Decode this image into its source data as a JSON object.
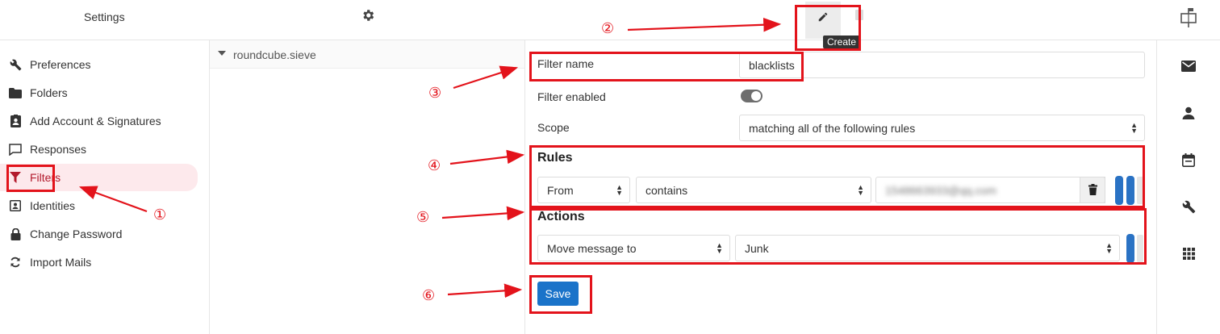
{
  "header": {
    "title": "Settings"
  },
  "sidebar": {
    "items": [
      {
        "label": "Preferences",
        "icon": "wrench-icon"
      },
      {
        "label": "Folders",
        "icon": "folder-icon"
      },
      {
        "label": "Add Account & Signatures",
        "icon": "id-badge-icon"
      },
      {
        "label": "Responses",
        "icon": "comment-icon"
      },
      {
        "label": "Filters",
        "icon": "filter-icon",
        "active": true
      },
      {
        "label": "Identities",
        "icon": "id-card-icon"
      },
      {
        "label": "Change Password",
        "icon": "lock-icon"
      },
      {
        "label": "Import Mails",
        "icon": "sync-icon"
      }
    ]
  },
  "filter_sets": [
    {
      "name": "roundcube.sieve"
    }
  ],
  "toolbar": {
    "create_tooltip": "Create"
  },
  "form": {
    "filter_name_label": "Filter name",
    "filter_name_value": "blacklists",
    "filter_enabled_label": "Filter enabled",
    "filter_enabled": true,
    "scope_label": "Scope",
    "scope_value": "matching all of the following rules",
    "rules_heading": "Rules",
    "rule": {
      "header": "From",
      "operator": "contains",
      "value": "1548663933@qq.com"
    },
    "actions_heading": "Actions",
    "action": {
      "type": "Move message to",
      "target": "Junk"
    },
    "save_label": "Save"
  },
  "annotations": [
    "①",
    "②",
    "③",
    "④",
    "⑤",
    "⑥"
  ],
  "colors": {
    "annotation": "#e3131b",
    "accent": "#1a73c9",
    "active": "#b31b2d"
  }
}
